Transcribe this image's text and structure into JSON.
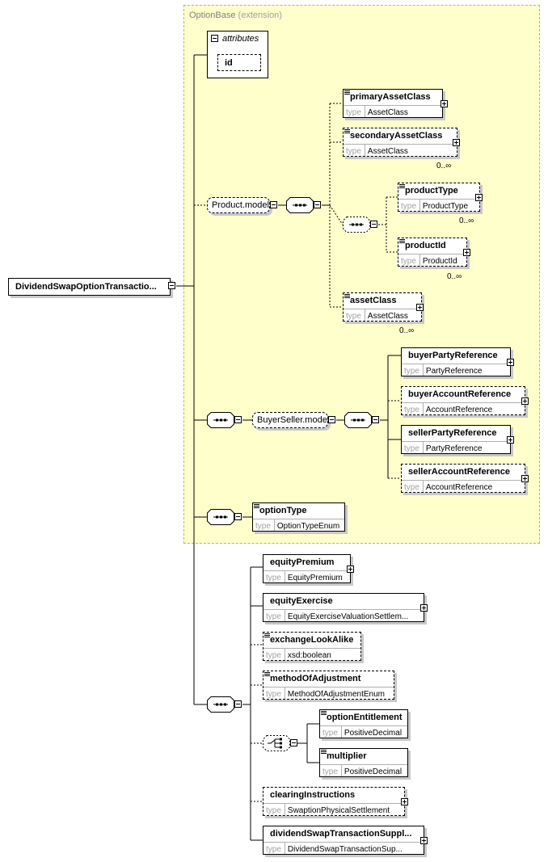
{
  "root": {
    "name": "DividendSwapOptionTransactio..."
  },
  "base": {
    "name": "OptionBase",
    "suffix": "(extension)"
  },
  "attributes": {
    "label": "attributes",
    "items": [
      "id"
    ]
  },
  "groups": {
    "product_model": "Product.model",
    "buyer_seller_model": "BuyerSeller.model"
  },
  "type_label": "type",
  "elements": {
    "primaryAssetClass": {
      "name": "primaryAssetClass",
      "type": "AssetClass"
    },
    "secondaryAssetClass": {
      "name": "secondaryAssetClass",
      "type": "AssetClass",
      "occurs": "0..∞"
    },
    "productType": {
      "name": "productType",
      "type": "ProductType",
      "occurs": "0..∞"
    },
    "productId": {
      "name": "productId",
      "type": "ProductId",
      "occurs": "0..∞"
    },
    "assetClass": {
      "name": "assetClass",
      "type": "AssetClass",
      "occurs": "0..∞"
    },
    "buyerPartyReference": {
      "name": "buyerPartyReference",
      "type": "PartyReference"
    },
    "buyerAccountReference": {
      "name": "buyerAccountReference",
      "type": "AccountReference"
    },
    "sellerPartyReference": {
      "name": "sellerPartyReference",
      "type": "PartyReference"
    },
    "sellerAccountReference": {
      "name": "sellerAccountReference",
      "type": "AccountReference"
    },
    "optionType": {
      "name": "optionType",
      "type": "OptionTypeEnum"
    },
    "equityPremium": {
      "name": "equityPremium",
      "type": "EquityPremium"
    },
    "equityExercise": {
      "name": "equityExercise",
      "type": "EquityExerciseValuationSettlem..."
    },
    "exchangeLookAlike": {
      "name": "exchangeLookAlike",
      "type": "xsd:boolean"
    },
    "methodOfAdjustment": {
      "name": "methodOfAdjustment",
      "type": "MethodOfAdjustmentEnum"
    },
    "optionEntitlement": {
      "name": "optionEntitlement",
      "type": "PositiveDecimal"
    },
    "multiplier": {
      "name": "multiplier",
      "type": "PositiveDecimal"
    },
    "clearingInstructions": {
      "name": "clearingInstructions",
      "type": "SwaptionPhysicalSettlement"
    },
    "dividendSwapTransactionSuppl": {
      "name": "dividendSwapTransactionSuppl...",
      "type": "DividendSwapTransactionSup..."
    }
  }
}
